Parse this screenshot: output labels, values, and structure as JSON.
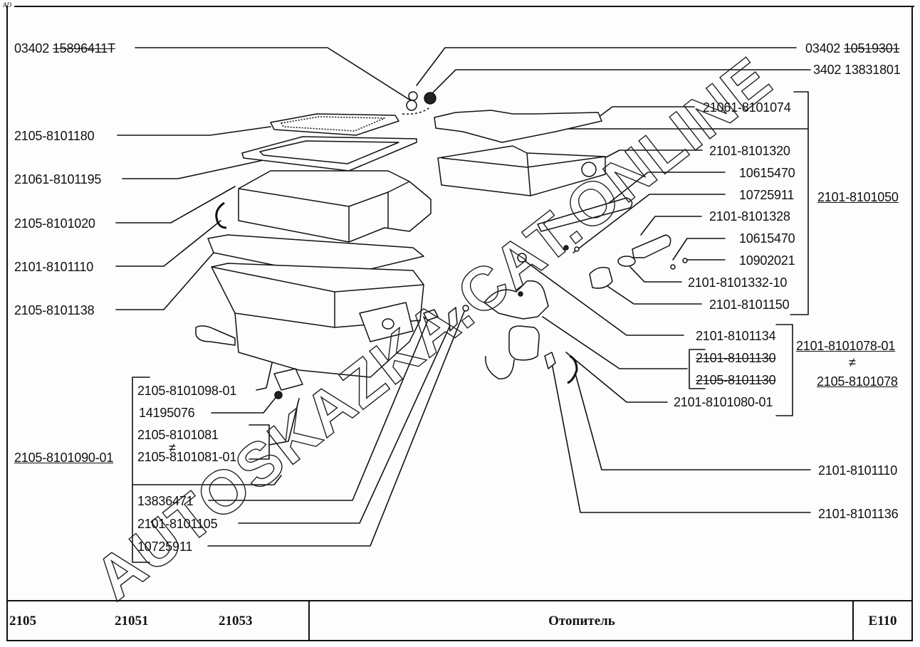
{
  "corner_mark": "AD",
  "title": "Отопитель",
  "page_code": "E110",
  "models": [
    "2105",
    "21051",
    "21053"
  ],
  "watermark": "AUTOSKAZKA.CAT.ONLINE",
  "left_labels": [
    {
      "text_plain": "03402 ",
      "text_struck": "15896411T"
    },
    {
      "text": "2105-8101180"
    },
    {
      "text": "21061-8101195"
    },
    {
      "text": "2105-8101020"
    },
    {
      "text": "2101-8101110"
    },
    {
      "text": "2105-8101138"
    }
  ],
  "left_group": {
    "assembly": "2105-8101090-01",
    "items": [
      "2105-8101098-01",
      "14195076",
      "2105-8101081",
      "2105-8101081-01",
      "13836471",
      "2101-8101105",
      "10725911"
    ],
    "not_equal": "≠"
  },
  "right_labels": {
    "top1_plain": "03402 ",
    "top1_struck": "10519301",
    "top2": "3402 13831801",
    "group1": [
      "21061-8101074",
      "2101-8101320",
      "10615470",
      "10725911",
      "2101-8101328",
      "10615470",
      "10902021",
      "2101-8101332-10",
      "2101-8101150"
    ],
    "group1_assembly": "2101-8101050",
    "group2": [
      "2101-8101134",
      "2101-8101130",
      "2105-8101130",
      "2101-8101080-01"
    ],
    "group2_assembly_a": "2101-8101078-01",
    "group2_assembly_b": "2105-8101078",
    "not_equal": "≠",
    "bottom1": "2101-8101110",
    "bottom2": "2101-8101136"
  }
}
